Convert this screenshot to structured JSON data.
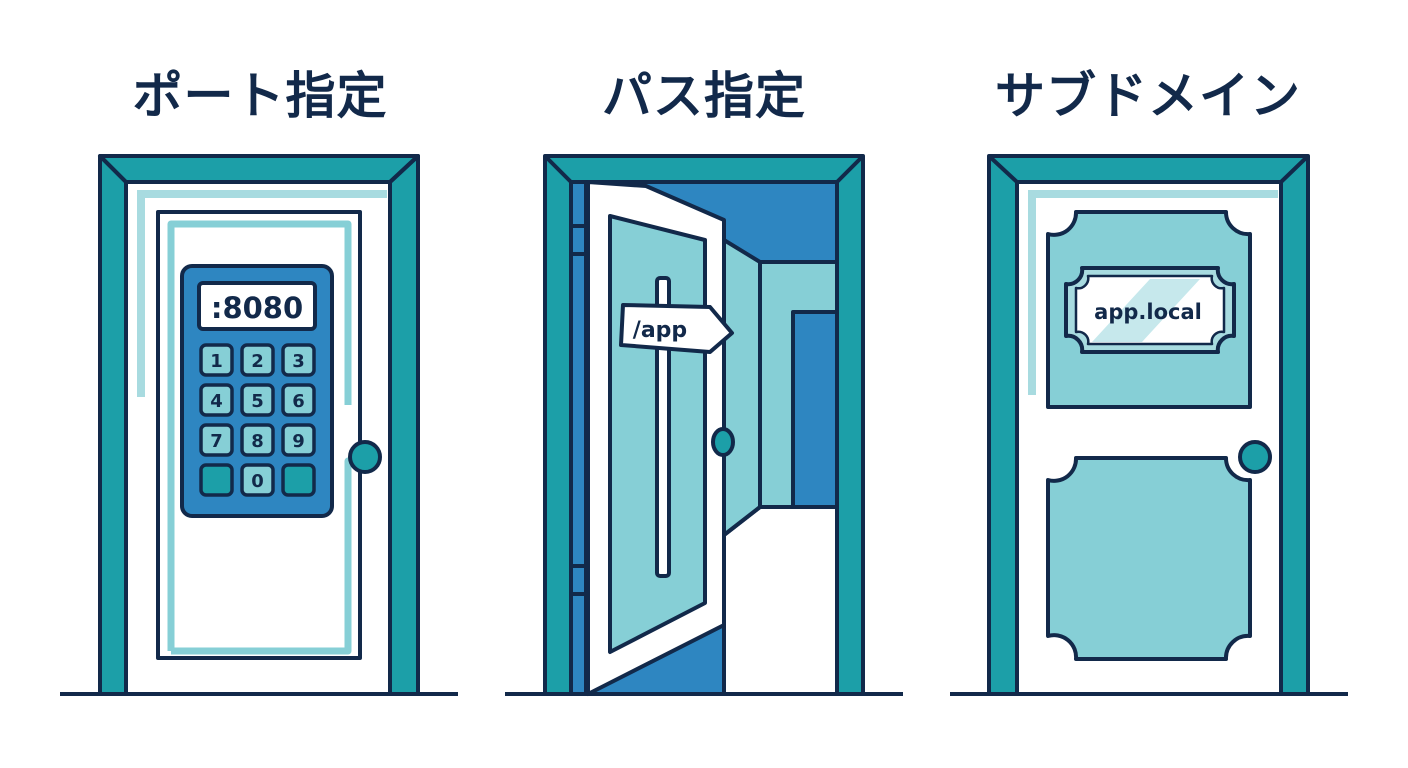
{
  "panels": [
    {
      "title": "ポート指定",
      "label": ":8080",
      "keys": [
        "1",
        "2",
        "3",
        "4",
        "5",
        "6",
        "7",
        "8",
        "9",
        "",
        "0",
        ""
      ]
    },
    {
      "title": "パス指定",
      "label": "/app"
    },
    {
      "title": "サブドメイン",
      "label": "app.local"
    }
  ],
  "colors": {
    "outline": "#12294a",
    "frame_teal": "#1c9fa8",
    "light_teal": "#86cfd6",
    "blue": "#2e86c1",
    "white": "#ffffff"
  }
}
